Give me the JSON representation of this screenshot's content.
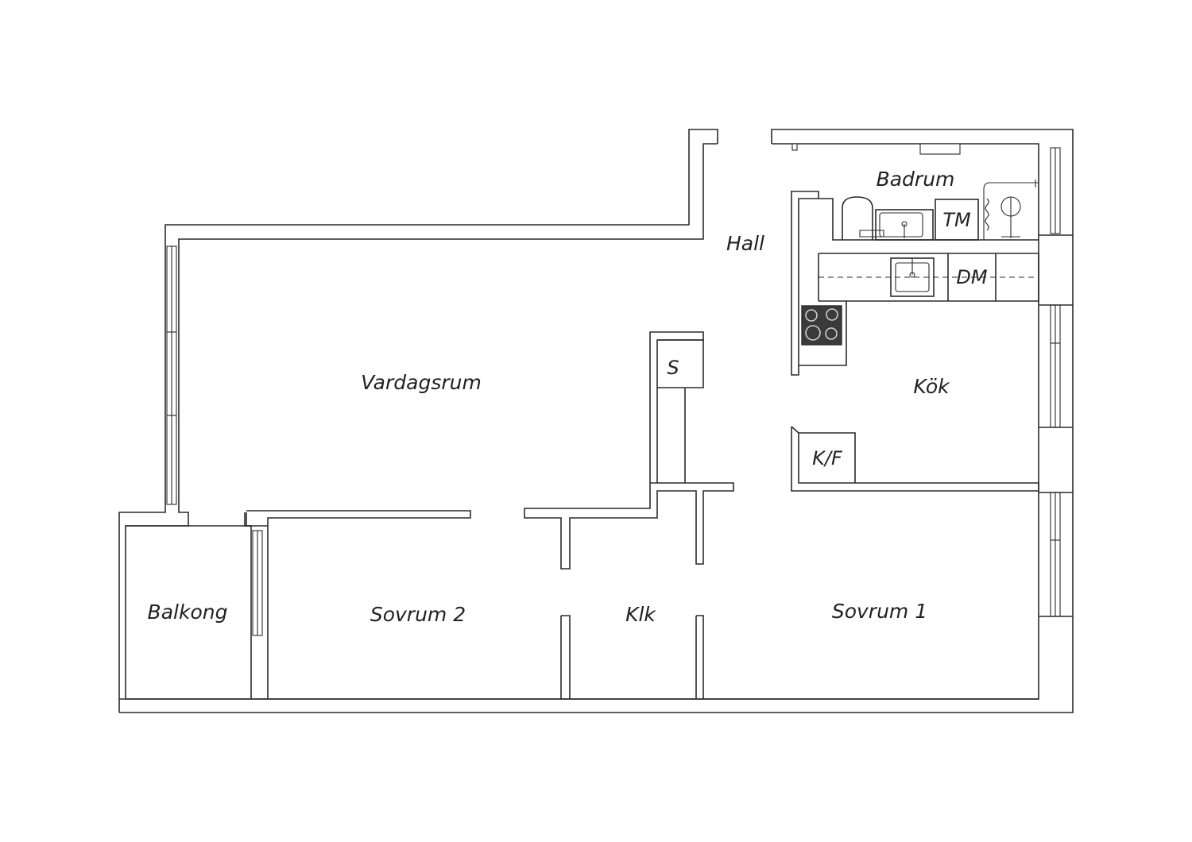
{
  "rooms": {
    "badrum": "Badrum",
    "hall": "Hall",
    "vardagsrum": "Vardagsrum",
    "kok": "Kök",
    "balkong": "Balkong",
    "sovrum2": "Sovrum 2",
    "klk": "Klk",
    "sovrum1": "Sovrum 1"
  },
  "fixtures": {
    "tm": "TM",
    "dm": "DM",
    "s": "S",
    "kf": "K/F"
  },
  "colors": {
    "line": "#2b2b2b",
    "background": "#ffffff",
    "stove": "#3a3a3a"
  }
}
